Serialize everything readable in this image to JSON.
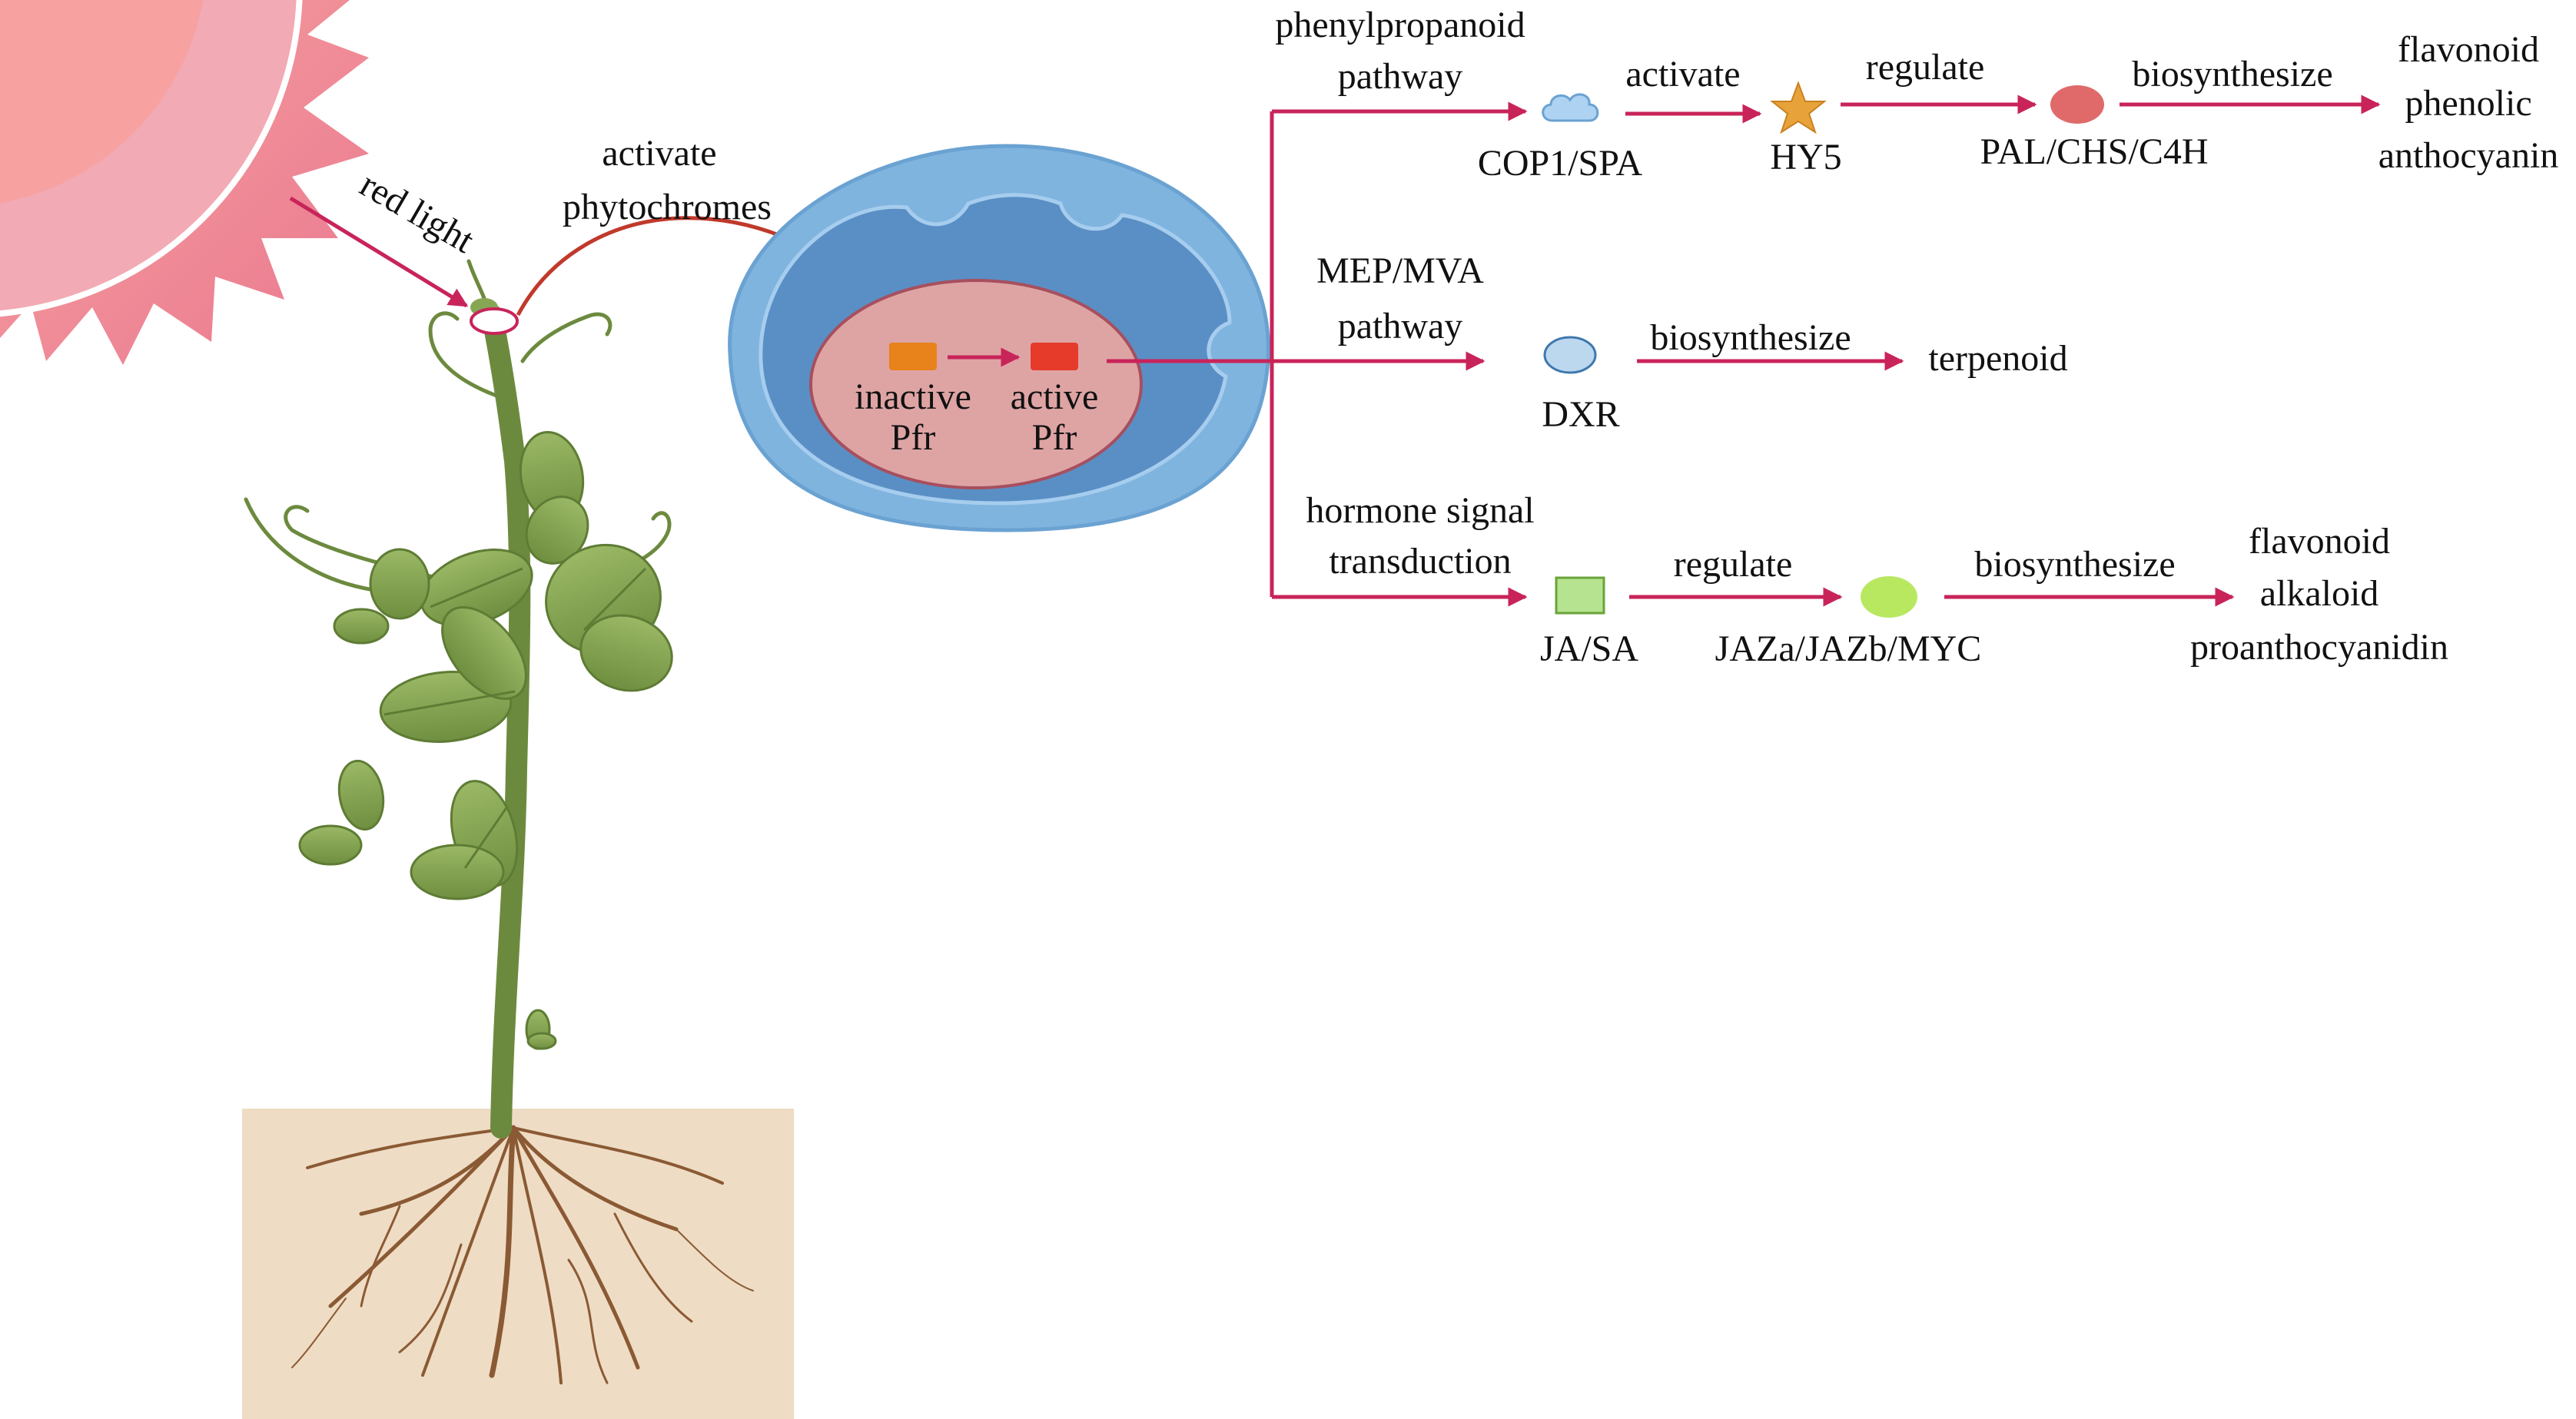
{
  "colors": {
    "arrow": "#c8245a",
    "phytochrome_arrow": "#c0392b",
    "sun": "#ee8a9a",
    "soil": "#efdcc4",
    "stem": "#6c8a3e",
    "leaf": "#86a653",
    "root": "#8a5a34",
    "cell_outer": "#7fb4df",
    "cell_inner": "#5a8fc5",
    "nucleus": "#dea4a4",
    "inactive_pfr": "#e8821a",
    "active_pfr": "#e63a2a",
    "cop1": "#aed2f2",
    "hy5": "#e8a23a",
    "pal": "#e06a6a",
    "dxr": "#bcd8ef",
    "jasa": "#b5e38f",
    "jaz": "#b8e860"
  },
  "labels": {
    "red_light": "red light",
    "activate_phytochromes": [
      "activate",
      "phytochromes"
    ],
    "inactive_pfr": [
      "inactive",
      "Pfr"
    ],
    "active_pfr": [
      "active",
      "Pfr"
    ]
  },
  "pathways": {
    "phenylpropanoid": {
      "title": [
        "phenylpropanoid",
        "pathway"
      ],
      "node1": "COP1/SPA",
      "edge1": "activate",
      "node2": "HY5",
      "edge2": "regulate",
      "node3": "PAL/CHS/C4H",
      "edge3": "biosynthesize",
      "products": [
        "flavonoid",
        "phenolic",
        "anthocyanin"
      ]
    },
    "mep_mva": {
      "title": [
        "MEP/MVA",
        "pathway"
      ],
      "node1": "DXR",
      "edge1": "biosynthesize",
      "product": "terpenoid"
    },
    "hormone": {
      "title": [
        "hormone signal",
        "transduction"
      ],
      "node1": "JA/SA",
      "edge1": "regulate",
      "node2": "JAZa/JAZb/MYC",
      "edge2": "biosynthesize",
      "products": [
        "flavonoid",
        "alkaloid",
        "proanthocyanidin"
      ]
    }
  }
}
